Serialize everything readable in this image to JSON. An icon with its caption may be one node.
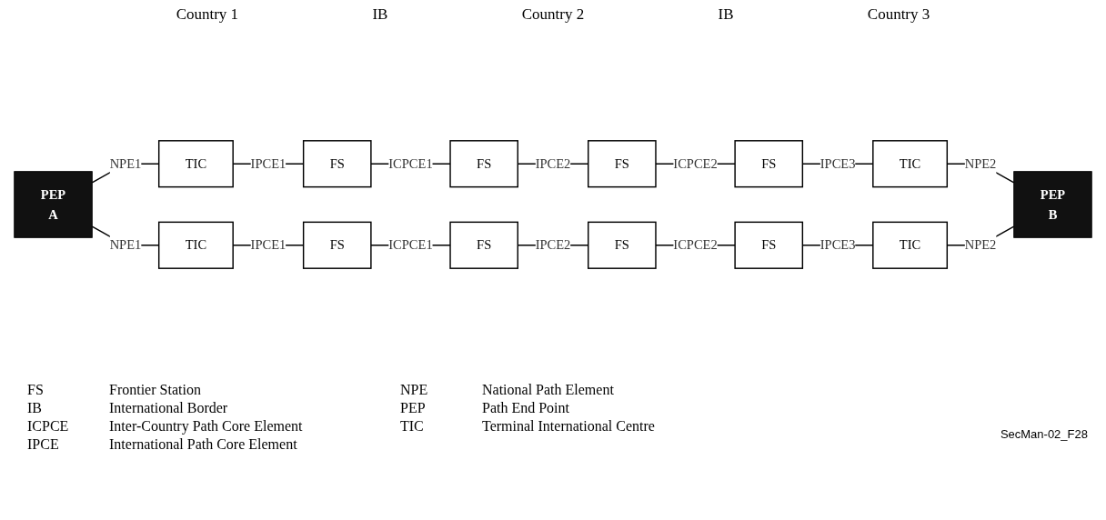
{
  "diagram": {
    "nodes": [
      {
        "text": [
          "PEP",
          "A"
        ]
      },
      {
        "text": [
          "TIC"
        ]
      },
      {
        "text": [
          "FS"
        ]
      },
      {
        "text": [
          "FS"
        ]
      },
      {
        "text": [
          "FS"
        ]
      },
      {
        "text": [
          "FS"
        ]
      },
      {
        "text": [
          "TIC"
        ]
      },
      {
        "text": [
          "TIC"
        ]
      },
      {
        "text": [
          "FS"
        ]
      },
      {
        "text": [
          "FS"
        ]
      },
      {
        "text": [
          "FS"
        ]
      },
      {
        "text": [
          "FS"
        ]
      },
      {
        "text": [
          "TIC"
        ]
      },
      {
        "text": [
          "PEP",
          "B"
        ]
      }
    ],
    "edges": [
      {
        "from": 0,
        "to": 1,
        "arrow": "none",
        "label": "NPE1"
      },
      {
        "from": 1,
        "to": 2,
        "arrow": "none",
        "label": "IPCE1"
      },
      {
        "from": 2,
        "to": 3,
        "arrow": "none",
        "label": "ICPCE1"
      },
      {
        "from": 3,
        "to": 4,
        "arrow": "none",
        "label": "IPCE2"
      },
      {
        "from": 4,
        "to": 5,
        "arrow": "none",
        "label": "ICPCE2"
      },
      {
        "from": 5,
        "to": 6,
        "arrow": "none",
        "label": "IPCE3"
      },
      {
        "from": 6,
        "to": 13,
        "arrow": "none",
        "label": "NPE2"
      },
      {
        "from": 0,
        "to": 7,
        "arrow": "none",
        "label": "NPE1"
      },
      {
        "from": 7,
        "to": 8,
        "arrow": "none",
        "label": "IPCE1"
      },
      {
        "from": 8,
        "to": 9,
        "arrow": "none",
        "label": "ICPCE1"
      },
      {
        "from": 9,
        "to": 10,
        "arrow": "none",
        "label": "IPCE2"
      },
      {
        "from": 10,
        "to": 11,
        "arrow": "none",
        "label": "ICPCE2"
      },
      {
        "from": 11,
        "to": 12,
        "arrow": "none",
        "label": "IPCE3"
      },
      {
        "from": 12,
        "to": 13,
        "arrow": "none",
        "label": "NPE2"
      }
    ],
    "labels": [
      "Country 1",
      "IB",
      "Country 2",
      "IB",
      "Country 3",
      "FS",
      "Frontier Station",
      "NPE",
      "National Path Element",
      "IB",
      "International Border",
      "PEP",
      "Path End Point",
      "ICPCE",
      "Inter-Country Path Core Element",
      "TIC",
      "Terminal International Centre",
      "IPCE",
      "International Path Core Element",
      "SecMan-02_F28"
    ]
  }
}
